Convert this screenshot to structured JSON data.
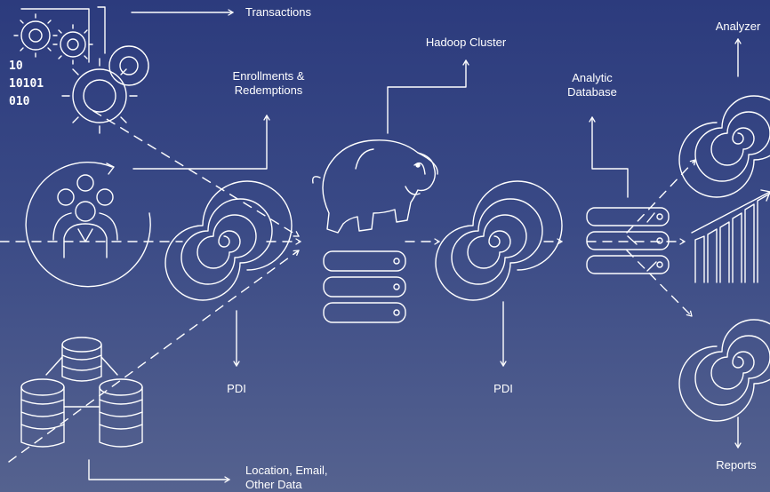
{
  "labels": {
    "transactions": "Transactions",
    "hadoop_cluster": "Hadoop Cluster",
    "enrollments_line1": "Enrollments &",
    "enrollments_line2": "Redemptions",
    "analytic_line1": "Analytic",
    "analytic_line2": "Database",
    "analyzer": "Analyzer",
    "pdi_left": "PDI",
    "pdi_right": "PDI",
    "reports": "Reports",
    "location_line1": "Location, Email,",
    "location_line2": "Other Data"
  },
  "icons": {
    "source_code": [
      "10",
      "10101",
      "010"
    ]
  },
  "colors": {
    "background_top": "#2c3b7d",
    "background_bottom": "#55628f",
    "line": "#ffffff"
  }
}
